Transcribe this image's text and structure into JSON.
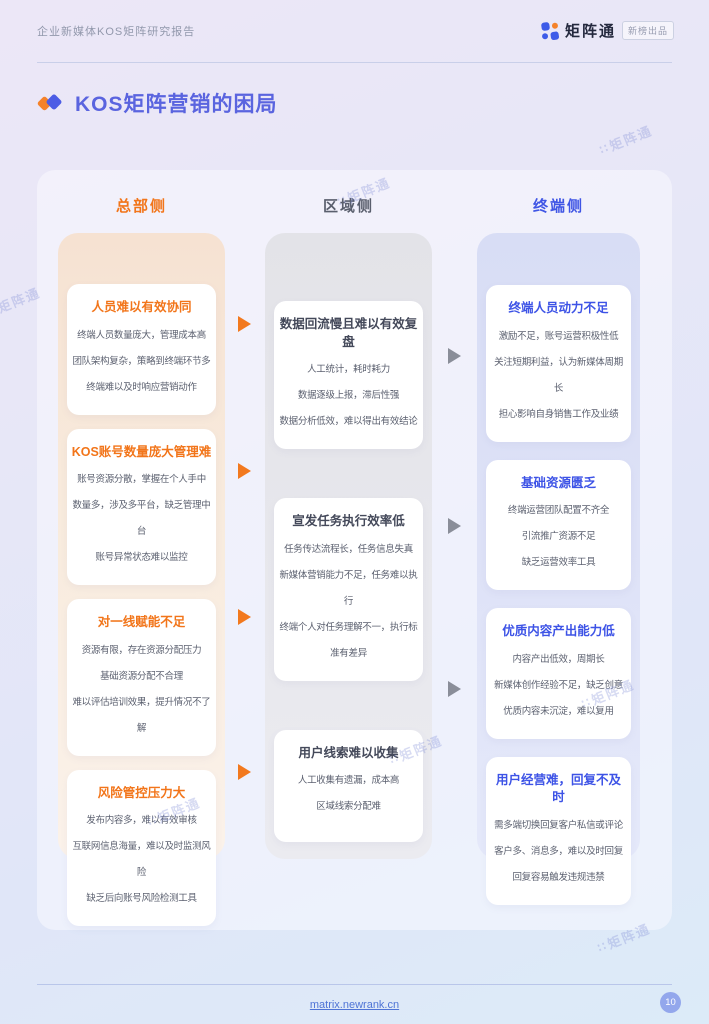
{
  "header": {
    "report_title": "企业新媒体KOS矩阵研究报告",
    "brand": "矩阵通",
    "brand_badge": "新榜出品"
  },
  "title": "KOS矩阵营销的困局",
  "watermark": "矩阵通",
  "footer": {
    "link": "matrix.newrank.cn",
    "page_number": "10"
  },
  "colors": {
    "accent_orange": "#F2751A",
    "accent_blue": "#3D53E6",
    "neutral_gray": "#5A5F6D",
    "title_blue": "#5A64DF",
    "link_blue": "#4F74D6"
  },
  "columns": [
    {
      "header": "总部侧",
      "theme": "orange",
      "cards": [
        {
          "title": "人员难以有效协同",
          "lines": [
            "终端人员数量庞大，管理成本高",
            "团队架构复杂，策略到终端环节多",
            "终端难以及时响应营销动作"
          ]
        },
        {
          "title": "KOS账号数量庞大管理难",
          "lines": [
            "账号资源分散，掌握在个人手中",
            "数量多，涉及多平台，缺乏管理中台",
            "账号异常状态难以监控"
          ]
        },
        {
          "title": "对一线赋能不足",
          "lines": [
            "资源有限，存在资源分配压力",
            "基础资源分配不合理",
            "难以评估培训效果，提升情况不了解"
          ]
        },
        {
          "title": "风险管控压力大",
          "lines": [
            "发布内容多，难以有效审核",
            "互联网信息海量，难以及时监测风险",
            "缺乏后向账号风险检测工具"
          ]
        }
      ]
    },
    {
      "header": "区域侧",
      "theme": "gray",
      "cards": [
        {
          "title": "数据回流慢且难以有效复盘",
          "lines": [
            "人工统计，耗时耗力",
            "数据逐级上报，滞后性强",
            "数据分析低效，难以得出有效结论"
          ]
        },
        {
          "title": "宣发任务执行效率低",
          "lines": [
            "任务传达流程长，任务信息失真",
            "新媒体营销能力不足，任务难以执行",
            "终端个人对任务理解不一，执行标准有差异"
          ]
        },
        {
          "title": "用户线索难以收集",
          "lines": [
            "人工收集有遗漏，成本高",
            "区域线索分配难"
          ]
        }
      ]
    },
    {
      "header": "终端侧",
      "theme": "blue",
      "cards": [
        {
          "title": "终端人员动力不足",
          "lines": [
            "激励不足，账号运营积极性低",
            "关注短期利益，认为新媒体周期长",
            "担心影响自身销售工作及业绩"
          ]
        },
        {
          "title": "基础资源匮乏",
          "lines": [
            "终端运营团队配置不齐全",
            "引流推广资源不足",
            "缺乏运营效率工具"
          ]
        },
        {
          "title": "优质内容产出能力低",
          "lines": [
            "内容产出低效，周期长",
            "新媒体创作经验不足，缺乏创意",
            "优质内容未沉淀，难以复用"
          ]
        },
        {
          "title": "用户经营难，回复不及时",
          "lines": [
            "需多端切换回复客户私信或评论",
            "客户多、消息多，难以及时回复",
            "回复容易触发违规违禁"
          ]
        }
      ]
    }
  ]
}
